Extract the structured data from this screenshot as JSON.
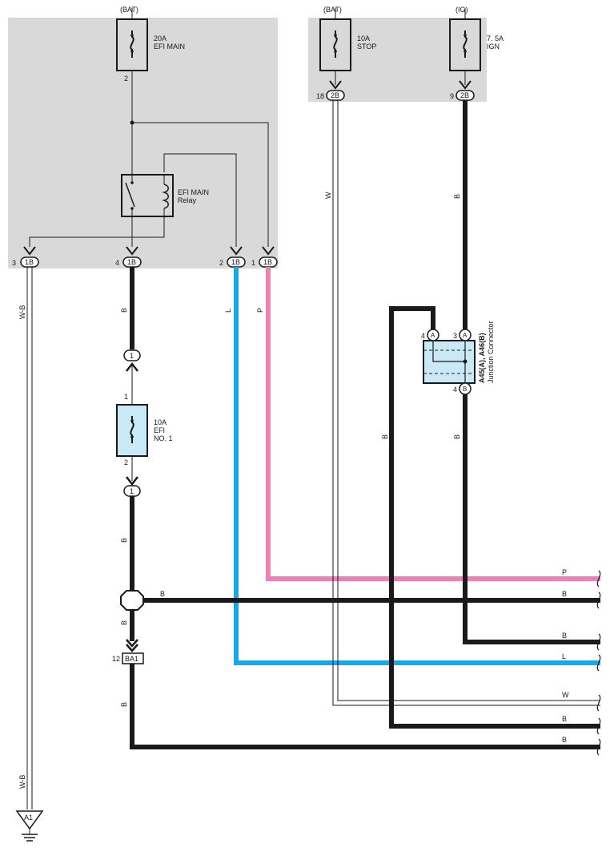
{
  "sources": {
    "bat_left": "(BAT)",
    "bat_right": "(BAT)",
    "ig": "(IG)"
  },
  "fuses": {
    "efi_main": {
      "rating": "20A",
      "name": "EFI MAIN",
      "pin_bottom": "2"
    },
    "stop": {
      "rating": "10A",
      "name": "STOP"
    },
    "ign": {
      "rating": "7. 5A",
      "name": "IGN"
    },
    "efi_no1": {
      "rating": "10A",
      "name1": "EFI",
      "name2": "NO. 1",
      "pin_top": "1",
      "pin_bottom": "2"
    }
  },
  "relay": {
    "name1": "EFI MAIN",
    "name2": "Relay"
  },
  "connectors": {
    "c1b_3": {
      "pin": "3",
      "code": "1B"
    },
    "c1b_4": {
      "pin": "4",
      "code": "1B"
    },
    "c1b_2": {
      "pin": "2",
      "code": "1B"
    },
    "c1b_1": {
      "pin": "1",
      "code": "1B"
    },
    "c2b_18": {
      "pin": "18",
      "code": "2B"
    },
    "c2b_9": {
      "pin": "9",
      "code": "2B"
    },
    "inline_1_top": "1",
    "inline_1_bottom": "1",
    "ba1": {
      "pin": "12",
      "code": "BA1"
    }
  },
  "junction": {
    "title1": "A45(A), A46(B)",
    "title2": "Junction Connector",
    "pin_left": "4",
    "pin_left_code": "A",
    "pin_right": "3",
    "pin_right_code": "A",
    "pin_bottom": "4",
    "pin_bottom_code": "B"
  },
  "wire_labels": {
    "wb_top": "W-B",
    "wb_bottom": "W-B",
    "b_main": "B",
    "l_mid": "L",
    "p_mid": "P",
    "w_stop": "W",
    "b_ign": "B",
    "b_loop": "B",
    "b_jc": "B",
    "b_after_fuse": "B",
    "b_splice_h": "B",
    "b_splice_v": "B",
    "b_ba1": "B"
  },
  "right_edge_labels": [
    "P",
    "B",
    "B",
    "L",
    "W",
    "B",
    "B"
  ],
  "ground": "A1",
  "colors": {
    "gray_box": "#d9d9d9",
    "wire_black": "#1a1a1a",
    "wire_blue": "#1aa7e8",
    "wire_pink": "#f07fb6",
    "fuse_fill": "#c9e9f7",
    "junction_fill": "#c9e9f7"
  }
}
